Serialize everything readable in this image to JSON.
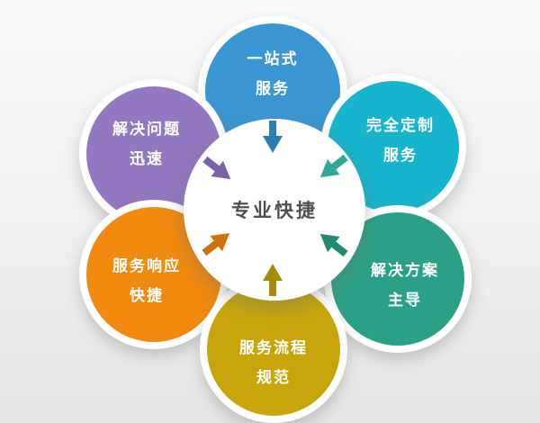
{
  "diagram": {
    "type": "flower-petal-diagram",
    "background_top": "#fbfafa",
    "background_bottom": "#e7e5e5"
  },
  "center": {
    "label": "专业快捷",
    "bg_color": "#ffffff",
    "text_color": "#4f4f4f"
  },
  "petals": [
    {
      "position": "top",
      "lines": [
        "一站式",
        "服务"
      ],
      "color": "#3b97d3",
      "arrow_color": "#2a7db5"
    },
    {
      "position": "top-left",
      "lines": [
        "解决问题",
        "迅速"
      ],
      "color": "#9278c1",
      "arrow_color": "#7a61a8"
    },
    {
      "position": "top-right",
      "lines": [
        "完全定制",
        "服务"
      ],
      "color": "#17b5cd",
      "arrow_color": "#31a99a"
    },
    {
      "position": "bottom-left",
      "lines": [
        "服务响应",
        "快捷"
      ],
      "color": "#f18a0e",
      "arrow_color": "#cf720b"
    },
    {
      "position": "bottom-right",
      "lines": [
        "解决方案",
        "主导"
      ],
      "color": "#2aa186",
      "arrow_color": "#218a71"
    },
    {
      "position": "bottom",
      "lines": [
        "服务流程",
        "规范"
      ],
      "color": "#c8a60b",
      "arrow_color": "#a68a09"
    }
  ]
}
